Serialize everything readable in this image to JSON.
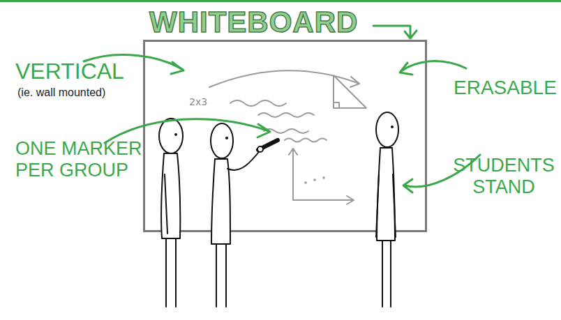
{
  "diagram": {
    "title": "WHITEBOARD",
    "nodes": [
      {
        "text": [
          "2x3"
        ]
      }
    ],
    "labels": [
      "VERTICAL",
      "(ie. wall mounted)",
      "ONE MARKER PER GROUP",
      "ERASABLE",
      "STUDENTS STAND"
    ]
  }
}
